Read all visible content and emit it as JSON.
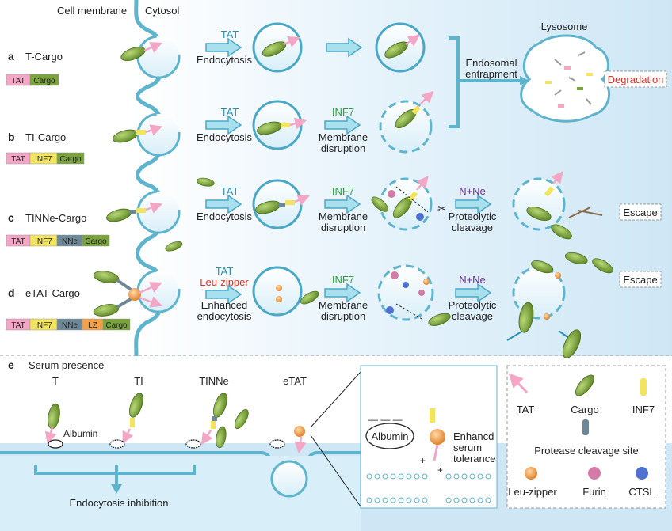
{
  "colors": {
    "background": "#e3f2fb",
    "membrane": "#5fb4cd",
    "arrow": "#8fd3e6",
    "tat": "#f4a6c6",
    "inf7": "#f2e45c",
    "nne": "#6e8797",
    "lz": "#f4a24a",
    "cargo": "#7aa33b",
    "label_blue": "#2a8fb5",
    "label_green": "#2ea043",
    "label_purple": "#6a2c8f",
    "label_red": "#d93025"
  },
  "header": {
    "cell_membrane": "Cell membrane",
    "cytosol": "Cytosol",
    "lysosome": "Lysosome"
  },
  "rows": {
    "a": {
      "letter": "a",
      "name": "T-Cargo",
      "segments": [
        "TAT",
        "Cargo"
      ],
      "step1": [
        "TAT",
        "Endocytosis"
      ]
    },
    "b": {
      "letter": "b",
      "name": "TI-Cargo",
      "segments": [
        "TAT",
        "INF7",
        "Cargo"
      ],
      "step1": [
        "TAT",
        "Endocytosis"
      ],
      "step2": [
        "INF7",
        "Membrane",
        "disruption"
      ]
    },
    "c": {
      "letter": "c",
      "name": "TINNe-Cargo",
      "segments": [
        "TAT",
        "INF7",
        "NNe",
        "Cargo"
      ],
      "step1": [
        "TAT",
        "Endocytosis"
      ],
      "step2": [
        "INF7",
        "Membrane",
        "disruption"
      ],
      "step3": [
        "N+Ne",
        "Proteolytic",
        "cleavage"
      ],
      "result": "Escape"
    },
    "d": {
      "letter": "d",
      "name": "eTAT-Cargo",
      "segments": [
        "TAT",
        "INF7",
        "NNe",
        "LZ",
        "Cargo"
      ],
      "step1": [
        "TAT",
        "Leu-zipper",
        "Enhanced",
        "endocytosis"
      ],
      "step2": [
        "INF7",
        "Membrane",
        "disruption"
      ],
      "step3": [
        "N+Ne",
        "Proteolytic",
        "cleavage"
      ],
      "result": "Escape"
    }
  },
  "endosomal": [
    "Endosomal",
    "entrapment"
  ],
  "degradation": "Degradation",
  "panel_e": {
    "letter": "e",
    "title": "Serum presence",
    "constructs": [
      "T",
      "TI",
      "TINNe",
      "eTAT"
    ],
    "albumin": "Albumin",
    "inhibition": "Endocytosis inhibition",
    "zoom": {
      "albumin": "Albumin",
      "text": [
        "Enhancd",
        "serum",
        "tolerance"
      ]
    }
  },
  "legend": {
    "items": [
      "TAT",
      "Cargo",
      "INF7",
      "Protease cleavage site",
      "Leu-zipper",
      "Furin",
      "CTSL"
    ]
  }
}
